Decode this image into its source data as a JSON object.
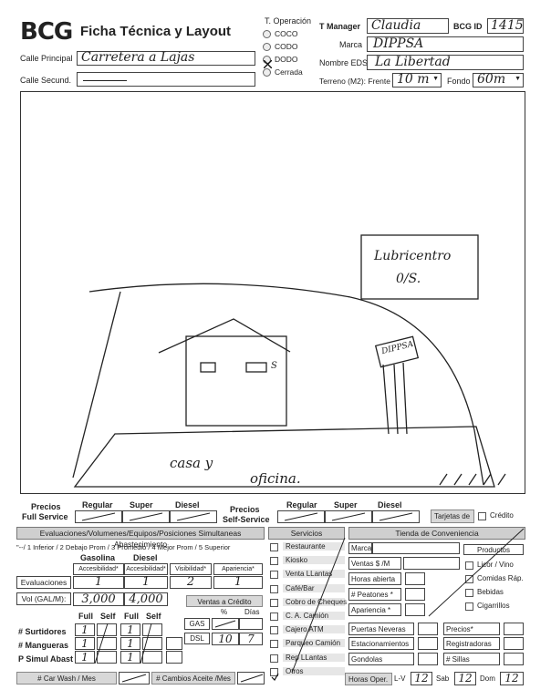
{
  "header": {
    "logo": "BCG",
    "title": "Ficha Técnica y Layout",
    "calle_principal_label": "Calle Principal",
    "calle_principal_value": "Carretera a Lajas",
    "calle_secundaria_label": "Calle Secund.",
    "calle_secundaria_value": "",
    "t_operacion_label": "T. Operación",
    "operacion_options": [
      "COCO",
      "CODO",
      "DODO",
      "Cerrada"
    ],
    "operacion_selected": "DODO",
    "t_manager_label": "T Manager",
    "t_manager_value": "Claudia",
    "bcg_id_label": "BCG ID",
    "bcg_id_value": "1415",
    "marca_label": "Marca",
    "marca_value": "DIPPSA",
    "nombre_eds_label": "Nombre EDS",
    "nombre_eds_value": "La Libertad",
    "terreno_label": "Terreno (M2): Frente",
    "terreno_frente_value": "10 m",
    "fondo_label": "Fondo",
    "fondo_value": "60m"
  },
  "sketch": {
    "lubricentro_line1": "Lubricentro",
    "lubricentro_line2": "0/S.",
    "sign_text": "DIPPSA",
    "window_label": "S",
    "casa_line1": "casa y",
    "casa_line2": "oficina."
  },
  "precios": {
    "full_label_1": "Precios",
    "full_label_2": "Full Service",
    "self_label_1": "Precios",
    "self_label_2": "Self-Service",
    "cols": [
      "Regular",
      "Super",
      "Diesel"
    ],
    "tarjetas_label": "Tarjetas de",
    "credito_label": "Crédito"
  },
  "evaluaciones": {
    "bar_label": "Evaluaciones/Volumenes/Equipos/Posiciones Simultaneas Abastecimiento",
    "scale": "\"--/ 1 Inferior / 2 Debajo Prom / 3 Promedio / 4 Mejor Prom / 5 Superior",
    "gasolina_label": "Gasolina",
    "diesel_label": "Diesel",
    "accesibilidad_label": "Accesibilidad*",
    "visibilidad_label": "Visibilidad*",
    "apariencia_label": "Apariencia*",
    "eval_row_label": "Evaluaciones",
    "eval_values": [
      "1",
      "1",
      "2",
      "1"
    ],
    "vol_label": "Vol (GAL/M):",
    "vol_values": [
      "3,000",
      "4,000"
    ],
    "ventas_credito_label": "Ventas a Crédito",
    "pct_label": "%",
    "dias_label": "Días",
    "gas_label": "GAS",
    "dsl_label": "DSL",
    "dsl_pct": "10",
    "dsl_dias": "7",
    "full_label": "Full",
    "self_label": "Self",
    "surtidores_label": "# Surtidores",
    "mangueras_label": "# Mangueras",
    "psimul_label": "P Simul Abast",
    "equip_values": [
      "1",
      "1",
      "1"
    ],
    "carwash_label": "# Car Wash / Mes",
    "cambios_label": "# Cambios Aceite /Mes"
  },
  "servicios": {
    "header": "Servicios",
    "items": [
      "Restaurante",
      "Kiosko",
      "Venta LLantas",
      "Café/Bar",
      "Cobro de Cheques",
      "C. A. Camión",
      "Cajero ATM",
      "Parqueo Camión",
      "Rep LLantas",
      "Otros"
    ]
  },
  "tienda": {
    "header": "Tienda de Conveniencia",
    "marca_label": "Marca",
    "productos_label": "Productos",
    "ventas_label": "Ventas $ /M",
    "horas_label": "Horas abierta",
    "peatones_label": "# Peatones *",
    "apariencia_label": "Apariencia *",
    "puertas_label": "Puertas Neveras",
    "estac_label": "Estacionamientos",
    "gondolas_label": "Gondolas",
    "precios_label": "Precios*",
    "registradoras_label": "Registradoras",
    "sillas_label": "# Sillas",
    "productos": [
      "Licor / Vino",
      "Comidas Ráp.",
      "Bebidas",
      "Cigarrillos"
    ],
    "horas_oper_label": "Horas Oper.",
    "lv_label": "L-V",
    "lv_value": "12",
    "sab_label": "Sab",
    "sab_value": "12",
    "dom_label": "Dom",
    "dom_value": "12"
  }
}
